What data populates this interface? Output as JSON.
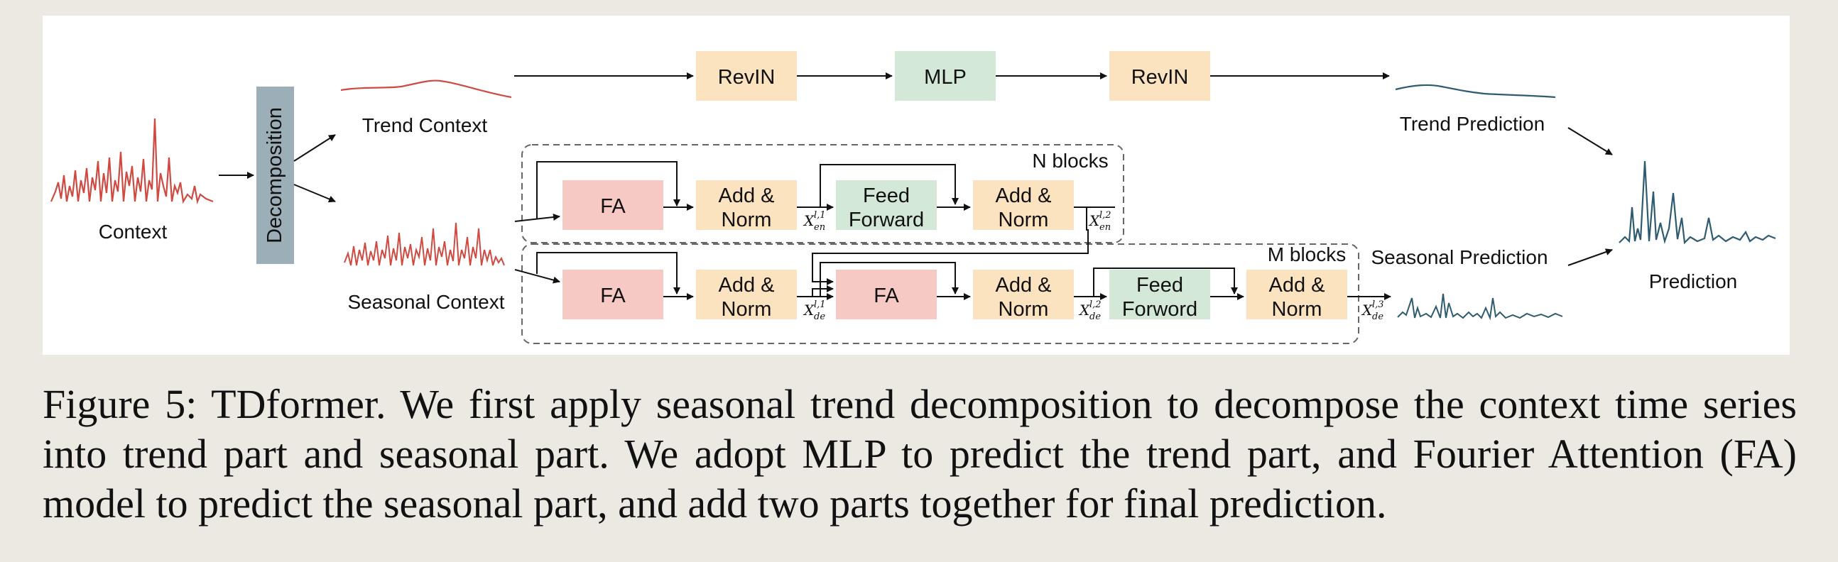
{
  "figure": {
    "labels": {
      "context": "Context",
      "decomposition": "Decomposition",
      "trend_context": "Trend Context",
      "seasonal_context": "Seasonal Context",
      "trend_prediction": "Trend Prediction",
      "seasonal_prediction": "Seasonal Prediction",
      "prediction": "Prediction",
      "n_blocks": "N blocks",
      "m_blocks": "M blocks"
    },
    "trend_path": {
      "revin_1": "RevIN",
      "mlp": "MLP",
      "revin_2": "RevIN"
    },
    "encoder": {
      "fa": "FA",
      "add_norm_1": [
        "Add &",
        "Norm"
      ],
      "feed_forward": [
        "Feed",
        "Forward"
      ],
      "add_norm_2": [
        "Add &",
        "Norm"
      ],
      "out_1": {
        "base": "X",
        "sub": "en",
        "sup": "l,1"
      },
      "out_2": {
        "base": "X",
        "sub": "en",
        "sup": "l,2"
      }
    },
    "decoder": {
      "fa_1": "FA",
      "add_norm_1": [
        "Add &",
        "Norm"
      ],
      "fa_2": "FA",
      "add_norm_2": [
        "Add &",
        "Norm"
      ],
      "feed_forward": [
        "Feed",
        "Forword"
      ],
      "add_norm_3": [
        "Add &",
        "Norm"
      ],
      "out_1": {
        "base": "X",
        "sub": "de",
        "sup": "l,1"
      },
      "out_2": {
        "base": "X",
        "sub": "de",
        "sup": "l,2"
      },
      "out_3": {
        "base": "X",
        "sub": "de",
        "sup": "l,3"
      }
    },
    "colors": {
      "fa_box": "#f6c9c5",
      "addnorm_box": "#fbe3c0",
      "feedforward_box": "#d4e8d8",
      "mlp_box": "#d4e8d8",
      "revin_box": "#fbe3c0",
      "decomposition_box": "#9cafb8",
      "context_signal": "#cf4a42",
      "prediction_signal": "#2f5b70"
    }
  },
  "caption": "Figure 5: TDformer. We first apply seasonal trend decomposition to decompose the context time series into trend part and seasonal part. We adopt MLP to predict the trend part, and Fourier Attention (FA) model to predict the seasonal part, and add two parts together for final prediction."
}
